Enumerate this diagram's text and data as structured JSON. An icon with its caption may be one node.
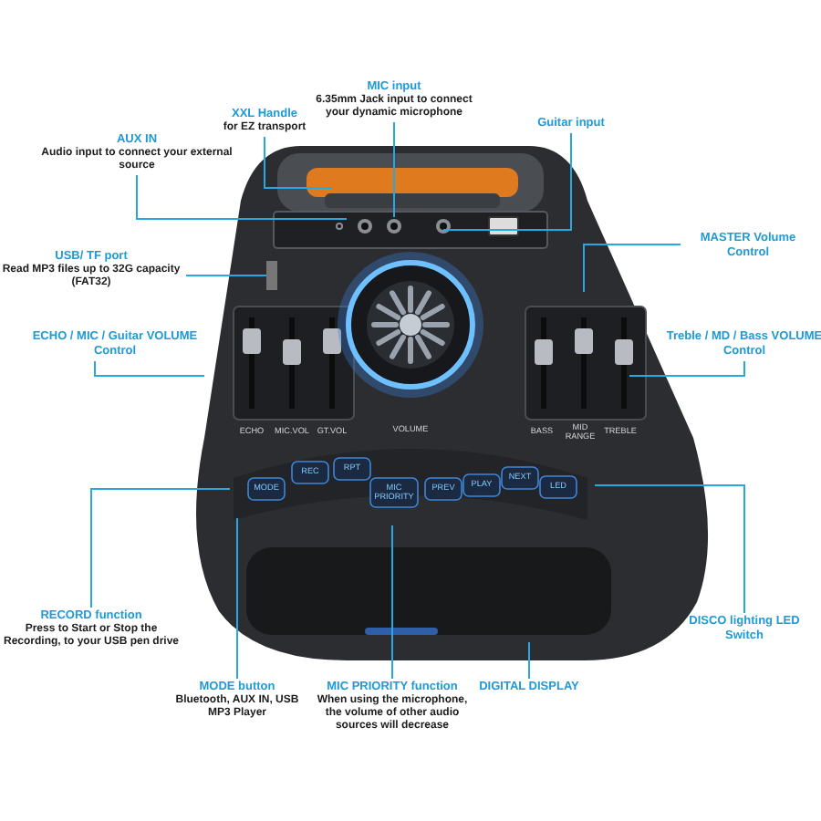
{
  "diagram": {
    "nodes": [
      {
        "text": [
          "AUX IN",
          "Audio input to connect your external source"
        ]
      },
      {
        "text": [
          "XXL Handle",
          "for EZ transport"
        ]
      },
      {
        "text": [
          "MIC input",
          "6.35mm Jack input to connect your dynamic microphone"
        ]
      },
      {
        "text": [
          "Guitar input"
        ]
      },
      {
        "text": [
          "MASTER Volume Control"
        ]
      },
      {
        "text": [
          "USB/ TF port",
          "Read MP3 files up to 32G capacity (FAT32)"
        ]
      },
      {
        "text": [
          "ECHO / MIC / Guitar VOLUME Control"
        ]
      },
      {
        "text": [
          "Treble / MD / Bass VOLUME Control"
        ]
      },
      {
        "text": [
          "RECORD function",
          "Press to Start or Stop the Recording, to your USB pen drive"
        ]
      },
      {
        "text": [
          "MODE button",
          "Bluetooth, AUX IN, USB MP3 Player"
        ]
      },
      {
        "text": [
          "MIC PRIORITY function",
          "When using the microphone, the volume of other audio sources will decrease"
        ]
      },
      {
        "text": [
          "DIGITAL DISPLAY"
        ]
      },
      {
        "text": [
          "DISCO lighting LED Switch"
        ]
      }
    ],
    "edges": [
      {
        "from": 0,
        "to": null,
        "arrow": "none"
      },
      {
        "from": 1,
        "to": null,
        "arrow": "none"
      },
      {
        "from": 2,
        "to": null,
        "arrow": "none"
      },
      {
        "from": 3,
        "to": null,
        "arrow": "none"
      },
      {
        "from": 4,
        "to": null,
        "arrow": "none"
      },
      {
        "from": 5,
        "to": null,
        "arrow": "none"
      },
      {
        "from": 6,
        "to": null,
        "arrow": "none"
      },
      {
        "from": 7,
        "to": null,
        "arrow": "none"
      },
      {
        "from": 8,
        "to": null,
        "arrow": "none"
      },
      {
        "from": 9,
        "to": null,
        "arrow": "none"
      },
      {
        "from": 10,
        "to": null,
        "arrow": "none"
      },
      {
        "from": 11,
        "to": null,
        "arrow": "none"
      },
      {
        "from": 12,
        "to": null,
        "arrow": "none"
      }
    ],
    "labels": [
      "ECHO",
      "MIC.VOL",
      "GT.VOL",
      "VOLUME",
      "BASS",
      "MID RANGE",
      "TREBLE",
      "MODE",
      "REC",
      "RPT",
      "MIC PRIORITY",
      "PREV",
      "PLAY",
      "NEXT",
      "LED"
    ]
  }
}
